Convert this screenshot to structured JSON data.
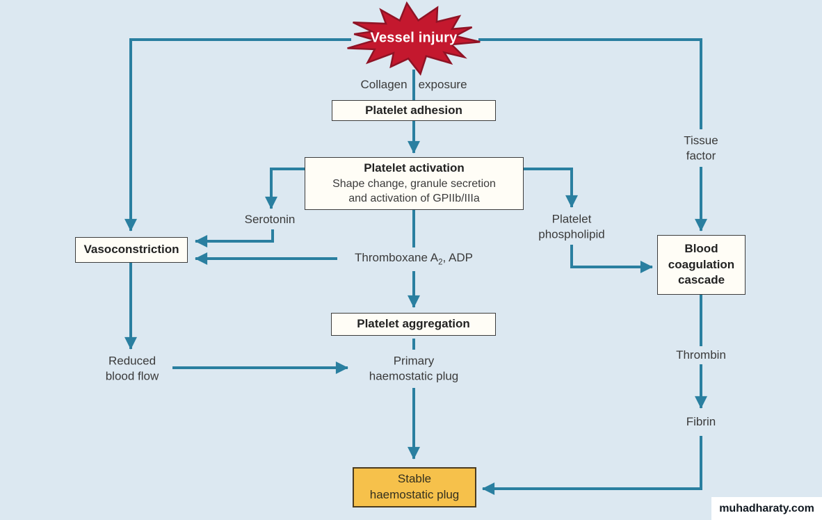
{
  "palette": {
    "background": "#dce8f1",
    "line": "#2a7fa0",
    "box_border": "#3b3b3b",
    "box_bg": "#fffdf6",
    "burst_fill": "#c4182e",
    "burst_stroke": "#8f1325",
    "burst_text": "#ffffff",
    "accent_box_bg": "#f6c14b",
    "accent_box_border": "#4a3b20",
    "text": "#3a3a3a",
    "bold_text": "#222222",
    "watermark_bg": "#ffffff",
    "watermark_text": "#101820"
  },
  "diagram": {
    "vessel_injury": "Vessel injury",
    "collagen_word1": "Collagen",
    "collagen_word2": "exposure",
    "platelet_adhesion": "Platelet adhesion",
    "platelet_activation_title": "Platelet activation",
    "platelet_activation_line2": "Shape change, granule secretion",
    "platelet_activation_line3": "and activation of GPIIb/IIIa",
    "serotonin": "Serotonin",
    "vasoconstriction": "Vasoconstriction",
    "thromboxane_pre": "Thromboxane A",
    "thromboxane_sub": "2",
    "thromboxane_post": ", ADP",
    "platelet_phospholipid_line1": "Platelet",
    "platelet_phospholipid_line2": "phospholipid",
    "tissue_factor_line1": "Tissue",
    "tissue_factor_line2": "factor",
    "blood_coagulation_line1": "Blood",
    "blood_coagulation_line2": "coagulation",
    "blood_coagulation_line3": "cascade",
    "platelet_aggregation": "Platelet aggregation",
    "reduced_blood_flow_line1": "Reduced",
    "reduced_blood_flow_line2": "blood flow",
    "primary_plug_line1": "Primary",
    "primary_plug_line2": "haemostatic plug",
    "thrombin": "Thrombin",
    "fibrin": "Fibrin",
    "stable_plug_line1": "Stable",
    "stable_plug_line2": "haemostatic plug",
    "watermark": "muhadharaty.com"
  }
}
